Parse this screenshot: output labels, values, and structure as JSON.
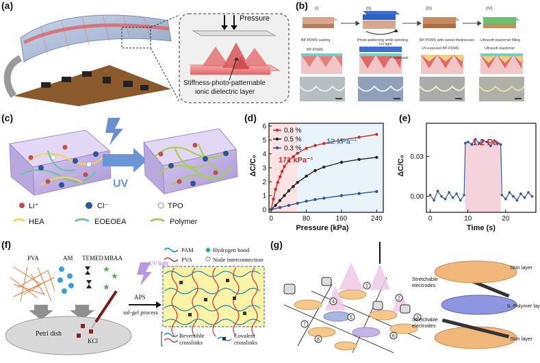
{
  "panel_labels": {
    "a": "(a)",
    "b": "(b)",
    "c": "(c)",
    "d": "(d)",
    "e": "(e)",
    "f": "(f)",
    "g": "(g)"
  },
  "panel_a": {
    "pressure": "Pressure",
    "layer_line1": "Stiffness-photo-patternable",
    "layer_line2": "ionic dielectric layer"
  },
  "panel_b": {
    "steps": [
      "(I)",
      "(II)",
      "(III)",
      "(IV)"
    ],
    "captions": [
      "BP-PDMS casting",
      "Photo-patterning while spinning",
      "BP-PDMS with varied thicknesses",
      "Ultrasoft elastomer filling"
    ],
    "labels": {
      "bp_pdms": "BP-PDMS",
      "uv_light": "UV light",
      "photomask": "Photomask",
      "uv_exposed": "UV-exposed BP-PDMS",
      "ultrasoft": "Ultrasoft elastomer"
    }
  },
  "panel_c": {
    "uv": "UV",
    "legend": [
      {
        "name": "li-ion",
        "label": "Li⁺",
        "color": "#c0504d"
      },
      {
        "name": "cl-ion",
        "label": "Cl⁻",
        "color": "#2f5597"
      },
      {
        "name": "tpo",
        "label": "TPO",
        "color": "#ffffff"
      },
      {
        "name": "hea",
        "label": "HEA",
        "color": "#f2d64b"
      },
      {
        "name": "eoeoea",
        "label": "EOEOEA",
        "color": "#6cc4a4"
      },
      {
        "name": "polymer",
        "label": "Polymer",
        "color": "#a6d050"
      }
    ]
  },
  "panel_d": {
    "ylabel": "ΔC/C₀",
    "xlabel": "Pressure (kPa)",
    "annotations": {
      "high": "12 kPa⁻¹",
      "low": "171 kPa⁻¹"
    }
  },
  "panel_e": {
    "ylabel": "ΔC/C₀",
    "xlabel": "Time (s)",
    "annotation": "1.2 Pa"
  },
  "panel_f": {
    "reagents": [
      "PVA",
      "AM",
      "TEMED",
      "MBAA"
    ],
    "uv_light": "UV light",
    "aps": "APS",
    "process": "sol-gel process",
    "petri": "Petri dish",
    "kcl": "KCl",
    "legend": {
      "pam": "PAM",
      "hbond": "Hydrogen bond",
      "pva": "PVA",
      "node": "Node interconnection"
    },
    "crosslinks": {
      "reversible": "Reversible crosslinks",
      "covalent": "Covalent crosslinks"
    }
  },
  "panel_g": {
    "layers": {
      "skin_top": "Skin layer",
      "electrodes_top": "Stretchable electrodes",
      "il_polymer": "IL-Polymer layer",
      "electrodes_bottom": "Stretchable electrodes",
      "skin_bottom": "Skin layer"
    },
    "steps": [
      "1",
      "2",
      "3",
      "4",
      "5",
      "6",
      "7",
      "8"
    ]
  },
  "chart_data": [
    {
      "type": "line",
      "panel": "d",
      "xlabel": "Pressure (kPa)",
      "ylabel": "ΔC/C₀",
      "xlim": [
        -5,
        255
      ],
      "ylim": [
        -0.2,
        6.2
      ],
      "xticks": [
        0,
        80,
        160,
        240
      ],
      "yticks": [
        0,
        1,
        2,
        3,
        4,
        5,
        6
      ],
      "legend_position": "top-left",
      "series": [
        {
          "name": "0.8 %",
          "color": "#d62728",
          "x": [
            0,
            5,
            10,
            15,
            20,
            25,
            30,
            40,
            50,
            60,
            80,
            100,
            120,
            160,
            200,
            240
          ],
          "y": [
            0,
            0.75,
            1.45,
            1.95,
            2.35,
            2.75,
            3.1,
            3.5,
            3.8,
            4.05,
            4.4,
            4.6,
            4.75,
            5.0,
            5.2,
            5.4
          ]
        },
        {
          "name": "0.5 %",
          "color": "#222222",
          "x": [
            0,
            10,
            20,
            30,
            40,
            50,
            60,
            80,
            100,
            120,
            160,
            200,
            240
          ],
          "y": [
            0,
            0.3,
            0.65,
            1.0,
            1.35,
            1.65,
            1.95,
            2.4,
            2.8,
            3.05,
            3.4,
            3.6,
            3.75
          ]
        },
        {
          "name": "0.3 %",
          "color": "#2f5597",
          "x": [
            0,
            20,
            40,
            60,
            80,
            100,
            120,
            160,
            200,
            240
          ],
          "y": [
            0,
            0.15,
            0.3,
            0.45,
            0.6,
            0.72,
            0.82,
            1.0,
            1.15,
            1.3
          ]
        }
      ]
    },
    {
      "type": "line",
      "panel": "e",
      "xlabel": "Time (s)",
      "ylabel": "ΔC/C₀",
      "xlim": [
        -1,
        28
      ],
      "ylim": [
        -0.012,
        0.055
      ],
      "xticks": [
        0,
        10,
        20
      ],
      "yticks": [
        0,
        0.03
      ],
      "series": [
        {
          "name": "",
          "color": "#2f5597",
          "x": [
            0,
            1,
            2,
            3,
            4,
            5,
            6,
            7,
            8,
            9,
            9.3,
            10,
            11,
            12,
            13,
            14,
            15,
            16,
            17,
            18,
            18.7,
            19,
            20,
            21,
            22,
            23,
            24,
            25,
            26,
            27
          ],
          "y": [
            0.001,
            -0.003,
            0.004,
            0.0,
            -0.002,
            0.003,
            -0.001,
            0.002,
            -0.003,
            0.001,
            0.04,
            0.041,
            0.039,
            0.043,
            0.04,
            0.042,
            0.041,
            0.038,
            0.042,
            0.04,
            0.039,
            0.001,
            -0.002,
            0.003,
            0.0,
            -0.003,
            0.002,
            -0.001,
            0.003,
            0.0
          ]
        }
      ]
    }
  ]
}
